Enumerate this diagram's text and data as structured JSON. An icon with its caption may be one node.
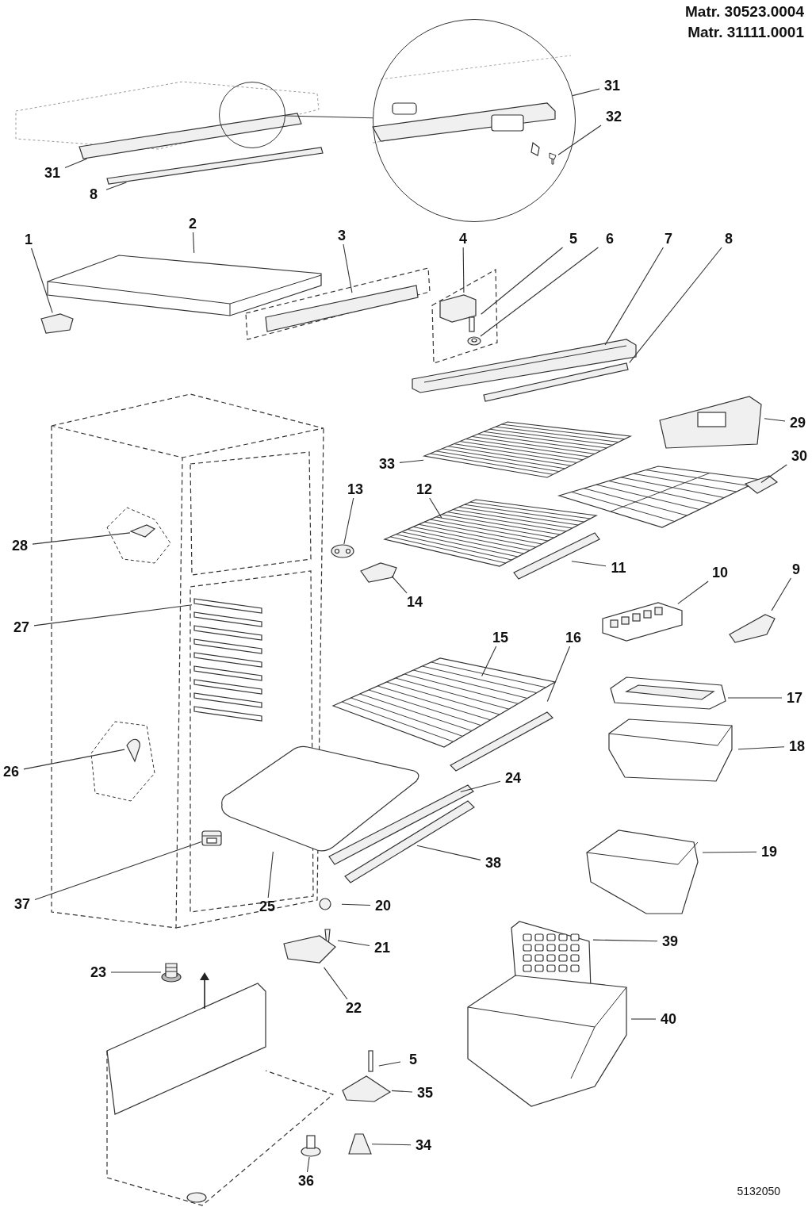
{
  "diagram": {
    "nodes": [
      {
        "text": [
          "31"
        ]
      },
      {
        "text": [
          "8"
        ]
      },
      {
        "text": [
          "31"
        ]
      },
      {
        "text": [
          "32"
        ]
      },
      {
        "text": [
          "1"
        ]
      },
      {
        "text": [
          "2"
        ]
      },
      {
        "text": [
          "3"
        ]
      },
      {
        "text": [
          "4"
        ]
      },
      {
        "text": [
          "5"
        ]
      },
      {
        "text": [
          "6"
        ]
      },
      {
        "text": [
          "7"
        ]
      },
      {
        "text": [
          "8"
        ]
      },
      {
        "text": [
          "29"
        ]
      },
      {
        "text": [
          "30"
        ]
      },
      {
        "text": [
          "33"
        ]
      },
      {
        "text": [
          "12"
        ]
      },
      {
        "text": [
          "13"
        ]
      },
      {
        "text": [
          "14"
        ]
      },
      {
        "text": [
          "11"
        ]
      },
      {
        "text": [
          "10"
        ]
      },
      {
        "text": [
          "9"
        ]
      },
      {
        "text": [
          "28"
        ]
      },
      {
        "text": [
          "27"
        ]
      },
      {
        "text": [
          "15"
        ]
      },
      {
        "text": [
          "16"
        ]
      },
      {
        "text": [
          "17"
        ]
      },
      {
        "text": [
          "18"
        ]
      },
      {
        "text": [
          "26"
        ]
      },
      {
        "text": [
          "24"
        ]
      },
      {
        "text": [
          "38"
        ]
      },
      {
        "text": [
          "25"
        ]
      },
      {
        "text": [
          "37"
        ]
      },
      {
        "text": [
          "19"
        ]
      },
      {
        "text": [
          "20"
        ]
      },
      {
        "text": [
          "21"
        ]
      },
      {
        "text": [
          "39"
        ]
      },
      {
        "text": [
          "23"
        ]
      },
      {
        "text": [
          "22"
        ]
      },
      {
        "text": [
          "40"
        ]
      },
      {
        "text": [
          "5"
        ]
      },
      {
        "text": [
          "35"
        ]
      },
      {
        "text": [
          "34"
        ]
      },
      {
        "text": [
          "36"
        ]
      },
      {
        "text": [],
        "shape": "circle"
      },
      {
        "text": [],
        "shape": "circle"
      },
      {
        "text": [],
        "shape": "picture",
        "in": 44
      },
      {
        "text": [],
        "shape": "picture"
      },
      {
        "text": [],
        "shape": "picture"
      },
      {
        "text": [],
        "shape": "picture"
      },
      {
        "text": [],
        "shape": "picture"
      },
      {
        "text": [],
        "shape": "picture"
      },
      {
        "text": [],
        "shape": "picture"
      },
      {
        "text": [],
        "shape": "picture"
      },
      {
        "text": [],
        "shape": "picture"
      },
      {
        "text": [],
        "shape": "picture"
      }
    ],
    "edges": [
      {
        "from": 0,
        "to": null,
        "arrow": "none"
      },
      {
        "from": 1,
        "to": null,
        "arrow": "none"
      },
      {
        "from": 2,
        "to": 44,
        "arrow": "none"
      },
      {
        "from": 3,
        "to": 45,
        "arrow": "none"
      },
      {
        "from": 4,
        "to": null,
        "arrow": "none"
      },
      {
        "from": 5,
        "to": null,
        "arrow": "none"
      },
      {
        "from": 6,
        "to": null,
        "arrow": "none"
      },
      {
        "from": 7,
        "to": null,
        "arrow": "none"
      },
      {
        "from": 8,
        "to": null,
        "arrow": "none"
      },
      {
        "from": 9,
        "to": 46,
        "arrow": "none"
      },
      {
        "from": 10,
        "to": null,
        "arrow": "none"
      },
      {
        "from": 11,
        "to": null,
        "arrow": "none"
      },
      {
        "from": 12,
        "to": null,
        "arrow": "none"
      },
      {
        "from": 13,
        "to": null,
        "arrow": "none"
      },
      {
        "from": 14,
        "to": 54,
        "arrow": "none"
      },
      {
        "from": 15,
        "to": null,
        "arrow": "none"
      },
      {
        "from": 16,
        "to": 47,
        "arrow": "none"
      },
      {
        "from": 17,
        "to": null,
        "arrow": "none"
      },
      {
        "from": 18,
        "to": null,
        "arrow": "none"
      },
      {
        "from": 19,
        "to": null,
        "arrow": "none"
      },
      {
        "from": 20,
        "to": null,
        "arrow": "none"
      },
      {
        "from": 21,
        "to": 48,
        "arrow": "none"
      },
      {
        "from": 22,
        "to": null,
        "arrow": "none"
      },
      {
        "from": 23,
        "to": null,
        "arrow": "none"
      },
      {
        "from": 24,
        "to": null,
        "arrow": "none"
      },
      {
        "from": 25,
        "to": null,
        "arrow": "none"
      },
      {
        "from": 26,
        "to": null,
        "arrow": "none"
      },
      {
        "from": 27,
        "to": 49,
        "arrow": "none"
      },
      {
        "from": 28,
        "to": null,
        "arrow": "none"
      },
      {
        "from": 29,
        "to": null,
        "arrow": "none"
      },
      {
        "from": 30,
        "to": null,
        "arrow": "none"
      },
      {
        "from": 31,
        "to": 50,
        "arrow": "none"
      },
      {
        "from": 32,
        "to": null,
        "arrow": "none"
      },
      {
        "from": 33,
        "to": null,
        "arrow": "none"
      },
      {
        "from": 34,
        "to": null,
        "arrow": "none"
      },
      {
        "from": 35,
        "to": null,
        "arrow": "none"
      },
      {
        "from": 36,
        "to": 51,
        "arrow": "none"
      },
      {
        "from": 37,
        "to": null,
        "arrow": "none"
      },
      {
        "from": 38,
        "to": null,
        "arrow": "none"
      },
      {
        "from": 39,
        "to": null,
        "arrow": "none"
      },
      {
        "from": 40,
        "to": null,
        "arrow": "none"
      },
      {
        "from": 41,
        "to": 52,
        "arrow": "none"
      },
      {
        "from": 42,
        "to": 53,
        "arrow": "none"
      },
      {
        "from": 43,
        "to": 44,
        "arrow": "none"
      }
    ],
    "labels": [
      "Matr. 30523.0004",
      "Matr. 31111.0001",
      "5132050"
    ]
  }
}
